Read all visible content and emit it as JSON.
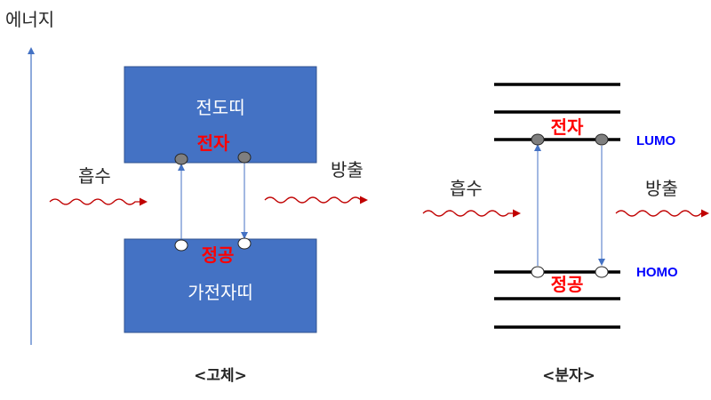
{
  "energy_label": "에너지",
  "solid": {
    "conduction_band": "전도띠",
    "valence_band": "가전자띠",
    "electron": "전자",
    "hole": "정공",
    "absorption": "흡수",
    "emission": "방출",
    "caption": "<고체>"
  },
  "molecule": {
    "electron": "전자",
    "hole": "정공",
    "absorption": "흡수",
    "emission": "방출",
    "lumo": "LUMO",
    "homo": "HOMO",
    "caption": "<분자>"
  },
  "colors": {
    "band_fill": "#4472c4",
    "band_stroke": "#2f528f",
    "arrow": "#4472c4",
    "wave": "#c00000",
    "highlight_text": "#ff0000",
    "orbital_label": "#0000ff",
    "electron_fill": "#7f7f7f"
  }
}
